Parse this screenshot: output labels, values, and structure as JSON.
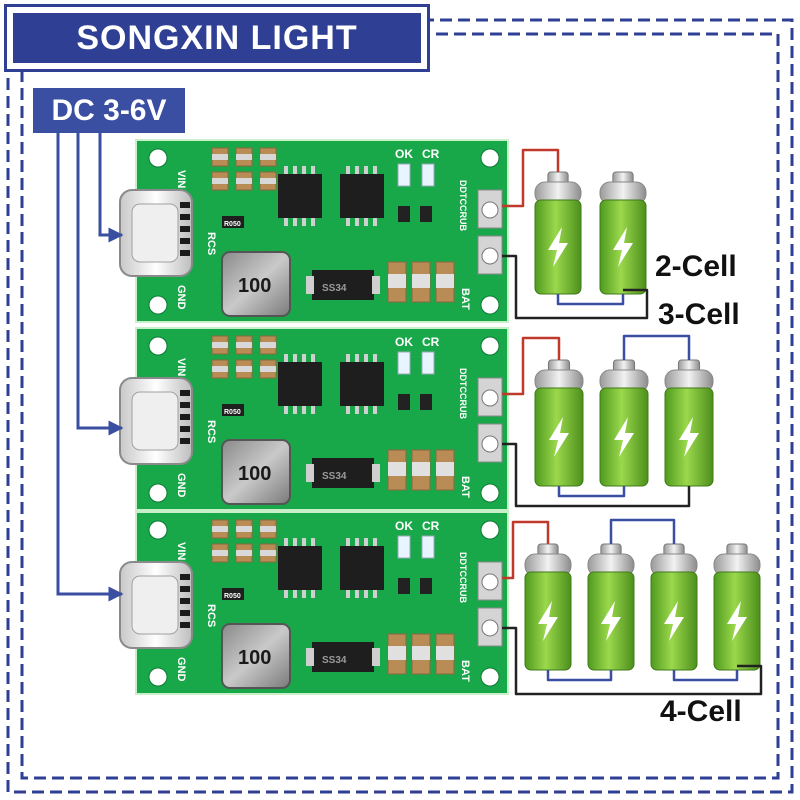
{
  "brand": {
    "name": "SONGXIN LIGHT"
  },
  "input_badge": {
    "label": "DC 3-6V"
  },
  "board": {
    "silk_vin": "VIN",
    "silk_gnd": "GND",
    "silk_bat": "BAT",
    "silk_rcs": "RCS",
    "silk_ok": "OK",
    "silk_cr": "CR",
    "silk_dotc": "DDTCCRUB",
    "inductor_value": "100",
    "diode_code": "SS34",
    "resistor_code": "R050"
  },
  "configs": [
    {
      "label": "2-Cell",
      "cells": 2
    },
    {
      "label": "3-Cell",
      "cells": 3
    },
    {
      "label": "4-Cell",
      "cells": 4
    }
  ],
  "colors": {
    "frame_blue": "#2e3f94",
    "pcb_green": "#18a84a",
    "battery_green": "#7cc23a",
    "wire_red": "#c0392b",
    "wire_blue": "#3a4fa2"
  },
  "icons": [
    "lightning-bolt-icon",
    "usb-c-port-icon"
  ]
}
